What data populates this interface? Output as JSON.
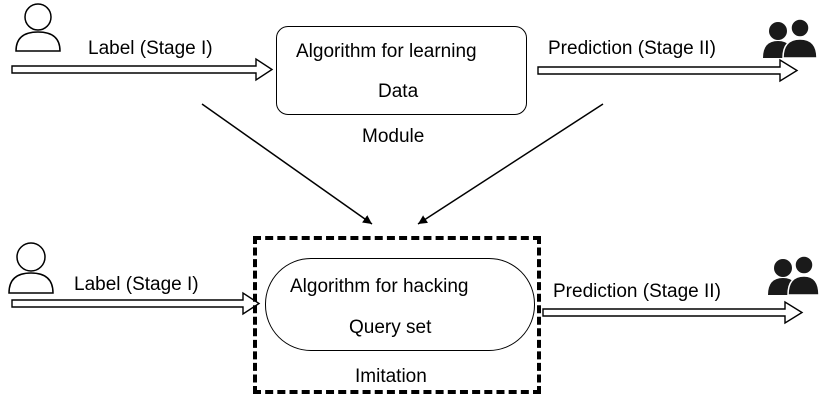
{
  "top_row": {
    "input_label": "Label (Stage I)",
    "box_line1": "Algorithm for learning",
    "box_line2": "Data",
    "box_caption": "Module",
    "output_label": "Prediction (Stage II)"
  },
  "bottom_row": {
    "input_label": "Label (Stage I)",
    "box_line1": "Algorithm for hacking",
    "box_line2": "Query set",
    "box_caption": "Imitation",
    "output_label": "Prediction (Stage II)"
  },
  "icons": {
    "single_user": "user-outline-icon",
    "user_group": "users-group-icon"
  }
}
